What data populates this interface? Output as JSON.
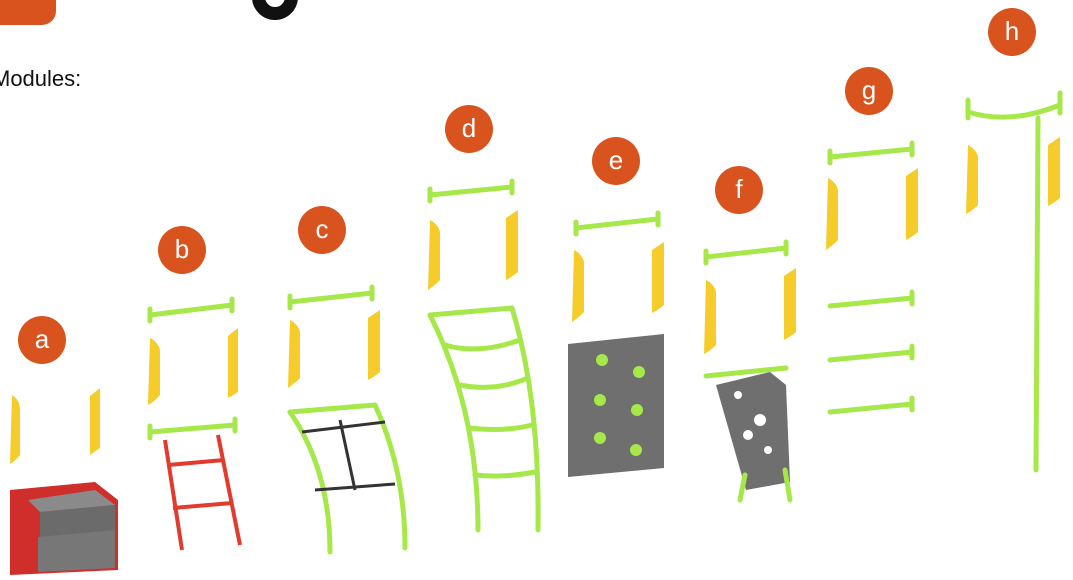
{
  "heading": {
    "label": "Modules:"
  },
  "colors": {
    "accent": "#d9531e",
    "bar_green": "#a6e84a",
    "pad_yellow": "#f6cc2a",
    "panel_gray": "#6f6f6f",
    "ladder_red": "#e23b2e",
    "step_red": "#cf2e2a"
  },
  "modules": [
    {
      "letter": "a"
    },
    {
      "letter": "b"
    },
    {
      "letter": "c"
    },
    {
      "letter": "d"
    },
    {
      "letter": "e"
    },
    {
      "letter": "f"
    },
    {
      "letter": "g"
    },
    {
      "letter": "h"
    }
  ]
}
